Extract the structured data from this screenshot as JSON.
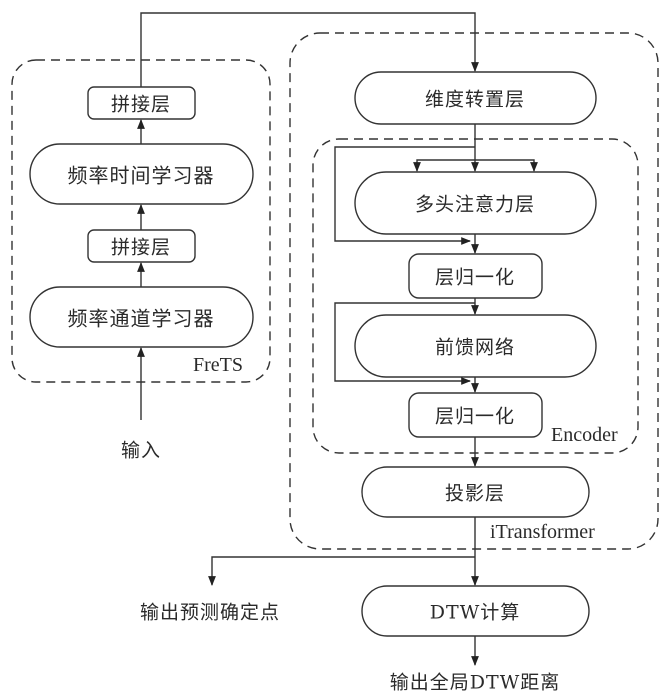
{
  "groups": {
    "frets": "FreTS",
    "encoder": "Encoder",
    "itransformer": "iTransformer"
  },
  "nodes": {
    "concat_top": "拼接层",
    "freq_time_learner": "频率时间学习器",
    "concat_bottom": "拼接层",
    "freq_channel_learner": "频率通道学习器",
    "input": "输入",
    "dim_transpose": "维度转置层",
    "multi_head_attention": "多头注意力层",
    "layer_norm_1": "层归一化",
    "feed_forward": "前馈网络",
    "layer_norm_2": "层归一化",
    "projection": "投影层",
    "output_points": "输出预测确定点",
    "dtw_compute": "DTW计算",
    "output_dtw": "输出全局DTW距离"
  }
}
